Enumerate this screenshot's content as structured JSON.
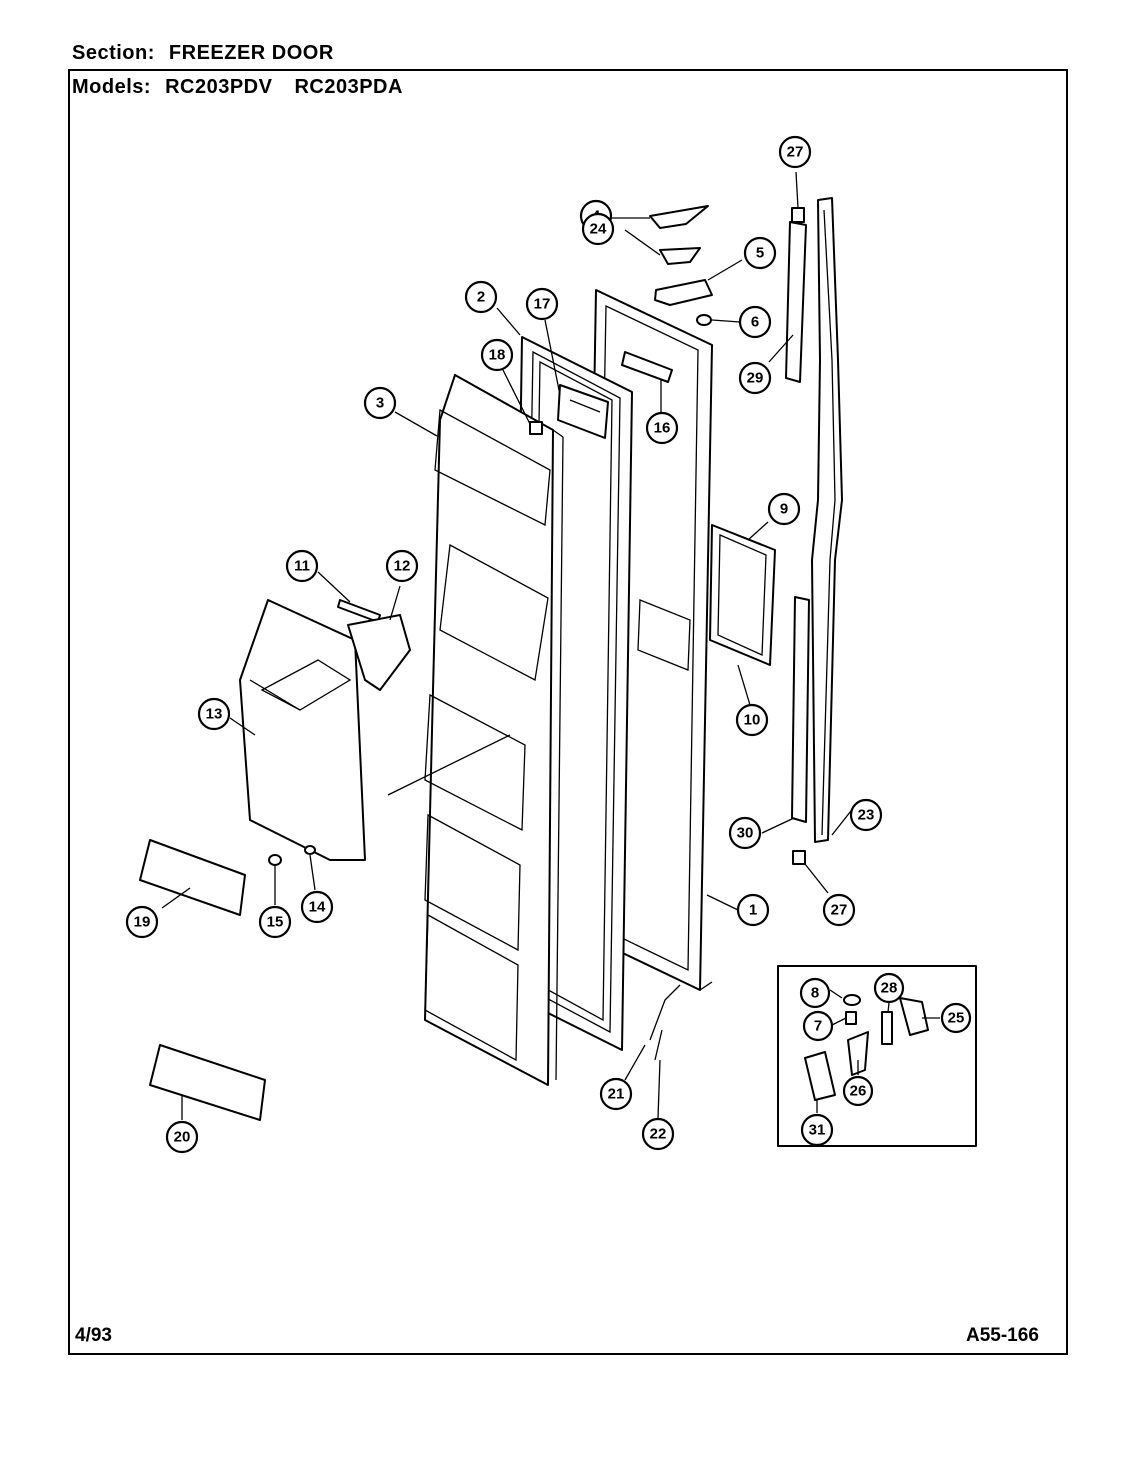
{
  "header": {
    "section_label": "Section:",
    "section_value": "FREEZER DOOR",
    "models_label": "Models:",
    "models": [
      "RC203PDV",
      "RC203PDA"
    ]
  },
  "footer": {
    "date": "4/93",
    "code": "A55-166"
  },
  "callouts": [
    "1",
    "2",
    "3",
    "4",
    "5",
    "6",
    "7",
    "8",
    "9",
    "10",
    "11",
    "12",
    "13",
    "14",
    "15",
    "16",
    "17",
    "18",
    "19",
    "20",
    "21",
    "22",
    "23",
    "24",
    "25",
    "26",
    "27",
    "27",
    "28",
    "29",
    "30",
    "31"
  ]
}
